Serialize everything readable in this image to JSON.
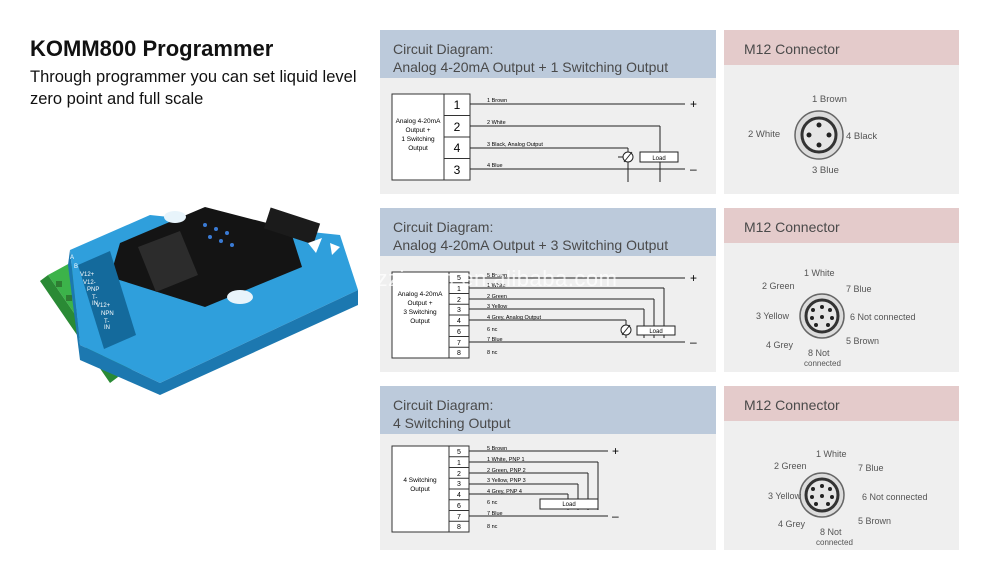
{
  "title": "KOMM800 Programmer",
  "description": "Through programmer you can set liquid level zero point and full scale",
  "watermark": "szziyuan.en.alibaba.com",
  "device": {
    "labels": [
      "A",
      "B",
      "V12+",
      "V12-",
      "PNP",
      "T-IN",
      "V12+",
      "NPN",
      "T-IN"
    ],
    "body_color": "#2f9fdc",
    "terminal_color": "#3cb34a"
  },
  "circuits": [
    {
      "header_line1": "Circuit Diagram:",
      "header_line2": "Analog 4-20mA Output  + 1 Switching Output",
      "box_label": [
        "Analog 4-20mA",
        "Output +",
        "1 Switching",
        "Output"
      ],
      "pins": [
        "1",
        "2",
        "4",
        "3"
      ],
      "wires": [
        "1 Brown",
        "2 White",
        "3 Black, Analog Output",
        "4 Blue"
      ],
      "load_label": "Load",
      "plus": "+",
      "minus": "–"
    },
    {
      "header_line1": "Circuit Diagram:",
      "header_line2": "Analog 4-20mA Output  + 3 Switching Output",
      "box_label": [
        "Analog 4-20mA",
        "Output +",
        "3 Switching",
        "Output"
      ],
      "pins": [
        "5",
        "1",
        "2",
        "3",
        "4",
        "6",
        "7",
        "8"
      ],
      "wires": [
        "5 Brown",
        "1 White",
        "2 Green",
        "3 Yellow",
        "4 Grey, Analog Output",
        "6 nc",
        "7 Blue",
        "8 nc"
      ],
      "load_label": "Load",
      "plus": "+",
      "minus": "–"
    },
    {
      "header_line1": "Circuit Diagram:",
      "header_line2": "4 Switching Output",
      "box_label": [
        "4 Switching",
        "Output"
      ],
      "pins": [
        "5",
        "1",
        "2",
        "3",
        "4",
        "6",
        "7",
        "8"
      ],
      "wires": [
        "5 Brown",
        "1 White,  PNP 1",
        "2 Green,  PNP 2",
        "3 Yellow, PNP 3",
        "4 Grey, PNP 4",
        "6 nc",
        "7 Blue",
        "8 nc"
      ],
      "load_label": "Load",
      "plus": "+",
      "minus": "–"
    }
  ],
  "connectors": [
    {
      "header": "M12 Connector",
      "pins": [
        "1  Brown",
        "2  White",
        "4  Black",
        "3  Blue"
      ]
    },
    {
      "header": "M12 Connector",
      "pins": [
        "1  White",
        "7  Blue",
        "2  Green",
        "3  Yellow",
        "6  Not connected",
        "4  Grey",
        "5  Brown",
        "8  Not",
        "connected"
      ]
    },
    {
      "header": "M12 Connector",
      "pins": [
        "1  White",
        "7  Blue",
        "2  Green",
        "3  Yellow",
        "6  Not connected",
        "4  Grey",
        "5  Brown",
        "8  Not",
        "connected"
      ]
    }
  ]
}
